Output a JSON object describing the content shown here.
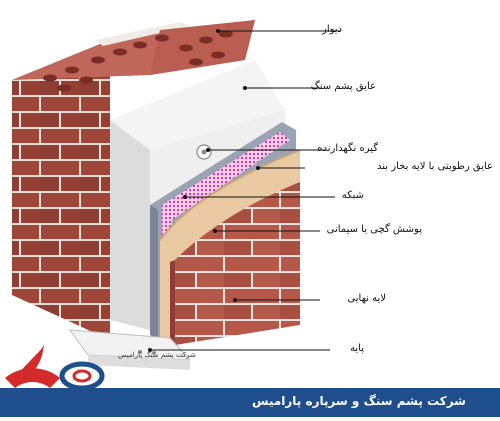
{
  "labels": {
    "wall": "دیوار",
    "stone_wool": "عایق پشم سنگ",
    "anchor": "گیره نگهدارنده",
    "vapor_barrier": "عایق رطوبتی با لایه بخار بند",
    "mesh": "شبکه",
    "plaster": "پوشش گچی یا سیمانی",
    "finish": "لایه نهایی",
    "base": "پایه"
  },
  "company": "شرکت پشم سنگ و سرپاره پارامیس",
  "watermark": "شرکت پشم سنگ پارامیس",
  "colors": {
    "brick": "#b5584a",
    "brick_dark": "#8e3f34",
    "mortar": "#e9e1dc",
    "insulation": "#eeeeee",
    "vapor": "#9aa3b3",
    "mesh": "#e0249a",
    "plaster": "#e8c9a1",
    "footer": "#1f4e8c",
    "logo_red": "#d42a2a",
    "logo_blue": "#1f4e8c"
  }
}
